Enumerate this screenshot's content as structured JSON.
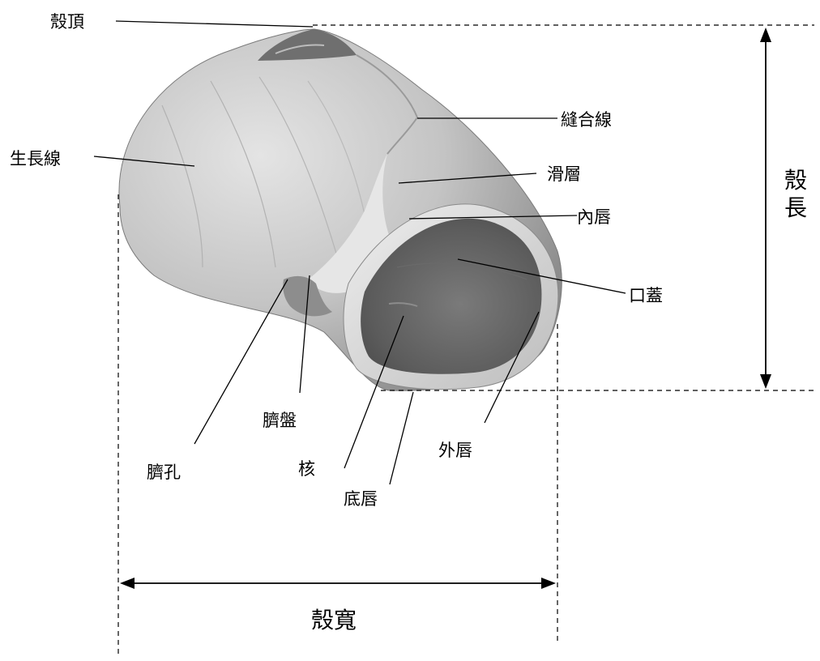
{
  "labels": {
    "apex": "殼頂",
    "suture": "縫合線",
    "growth_lines": "生長線",
    "callus": "滑層",
    "inner_lip": "內唇",
    "operculum": "口蓋",
    "umbilical_callus": "臍盤",
    "umbilicus": "臍孔",
    "nucleus": "核",
    "basal_lip": "底唇",
    "outer_lip": "外唇"
  },
  "dimensions": {
    "shell_length": "殼長",
    "shell_width": "殼寬"
  },
  "colors": {
    "line": "#000000",
    "shell_light": "#d6d6d6",
    "shell_mid": "#a9a9a9",
    "shell_dark": "#6e6e6e",
    "aperture_dark": "#5a5a5a"
  }
}
